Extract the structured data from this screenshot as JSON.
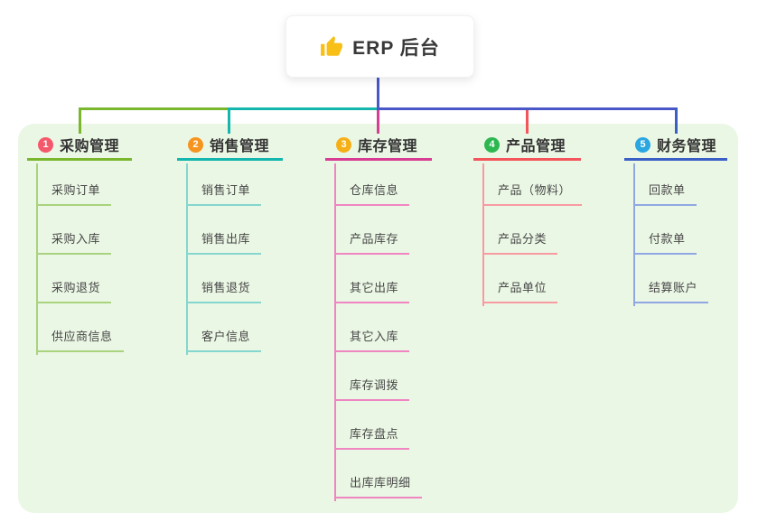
{
  "root_node": {
    "icon": "thumbs-up",
    "title": "ERP 后台"
  },
  "colors": {
    "background_panel": "#ebf7e5",
    "root_connector": "#4a57c6",
    "card_background": "#ffffff",
    "title_text": "#383838",
    "thumb_yellow": "#f8bf17",
    "branch_text": "#333333",
    "child_text": "#474747"
  },
  "branches": [
    {
      "badge": "1",
      "label": "采购管理",
      "badge_color": "#f4586b",
      "line_color": "#7ab72f",
      "child_line_color": "#a9d37e",
      "children": [
        "采购订单",
        "采购入库",
        "采购退货",
        "供应商信息"
      ]
    },
    {
      "badge": "2",
      "label": "销售管理",
      "badge_color": "#f6941f",
      "line_color": "#14b6ad",
      "child_line_color": "#84d6cf",
      "children": [
        "销售订单",
        "销售出库",
        "销售退货",
        "客户信息"
      ]
    },
    {
      "badge": "3",
      "label": "库存管理",
      "badge_color": "#f6b017",
      "line_color": "#d73d92",
      "child_line_color": "#ef85c1",
      "children": [
        "仓库信息",
        "产品库存",
        "其它出库",
        "其它入库",
        "库存调拨",
        "库存盘点",
        "出库库明细"
      ]
    },
    {
      "badge": "4",
      "label": "产品管理",
      "badge_color": "#2db750",
      "line_color": "#f4555c",
      "child_line_color": "#f89ba1",
      "children": [
        "产品（物料）",
        "产品分类",
        "产品单位"
      ]
    },
    {
      "badge": "5",
      "label": "财务管理",
      "badge_color": "#2aa7e1",
      "line_color": "#3c5fc6",
      "child_line_color": "#90a7e3",
      "children": [
        "回款单",
        "付款单",
        "结算账户"
      ]
    }
  ]
}
